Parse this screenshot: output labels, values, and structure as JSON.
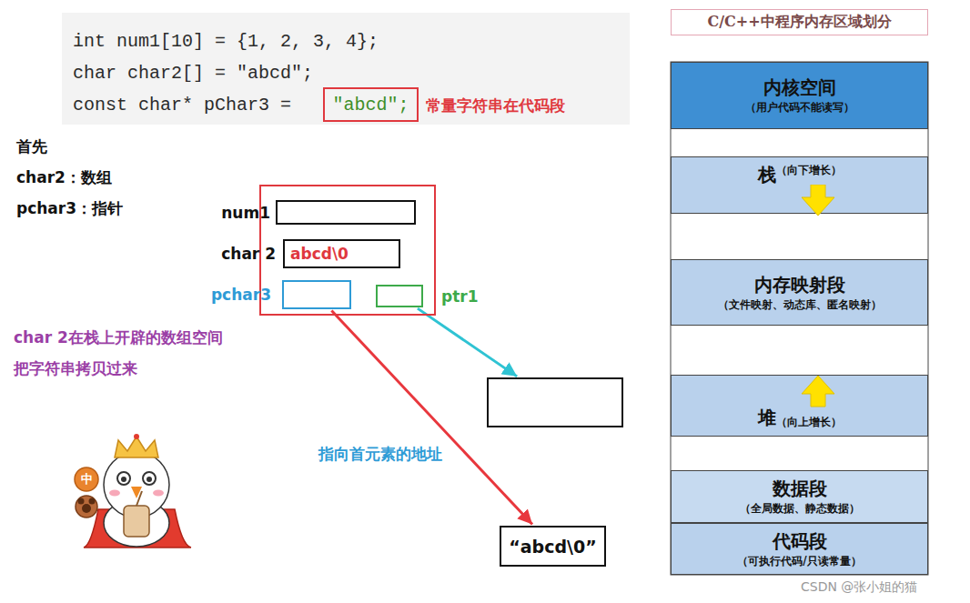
{
  "diagram": {
    "nodes": [
      {
        "text": [
          "int num1[10] = {1, 2, 3, 4};",
          "char char2[] = \"abcd\";",
          "const char* pChar3 ="
        ]
      },
      {
        "text": [
          "\"abcd\";"
        ],
        "in": 0
      },
      {
        "text": []
      },
      {
        "text": [
          "num1"
        ],
        "in": 2
      },
      {
        "text": [
          "char 2",
          "abcd\\0"
        ],
        "in": 2
      },
      {
        "text": [
          "pchar3"
        ],
        "in": 2
      },
      {
        "text": [
          "ptr1"
        ],
        "in": 2
      },
      {
        "text": []
      },
      {
        "text": [
          "“abcd\\0”"
        ]
      },
      {
        "text": [
          "C/C++中程序内存区域划分"
        ]
      },
      {
        "text": [
          "内核空间",
          "（用户代码不能读写）"
        ]
      },
      {
        "text": [
          "栈",
          "（向下增长）"
        ]
      },
      {
        "text": [
          "内存映射段",
          "（文件映射、动态库、匿名映射）"
        ]
      },
      {
        "text": [
          "堆",
          "（向上增长）"
        ]
      },
      {
        "text": [
          "数据段",
          "（全局数据、静态数据）"
        ]
      },
      {
        "text": [
          "代码段",
          "（可执行代码/只读常量）"
        ]
      }
    ],
    "edges": [
      {
        "from": 6,
        "to": 7,
        "arrow": "to"
      },
      {
        "from": 5,
        "to": 8,
        "label": "指向首元素的地址",
        "arrow": "to"
      }
    ],
    "labels": [
      "常量字符串在代码段",
      "首先",
      "char2：数组",
      "pchar3：指针",
      "char 2在栈上开辟的数组空间",
      "把字符串拷贝过来",
      "中",
      "CSDN @张小姐的猫"
    ]
  }
}
